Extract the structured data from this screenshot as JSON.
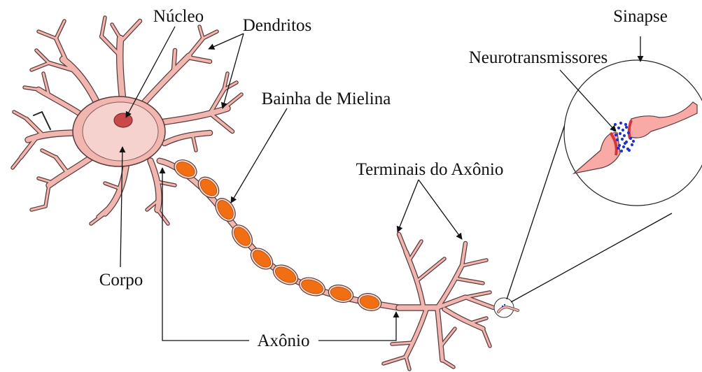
{
  "labels": {
    "nucleo": "Núcleo",
    "dendritos": "Dendritos",
    "sinapse": "Sinapse",
    "neurotransmissores": "Neurotransmissores",
    "bainha": "Bainha de Mielina",
    "terminais": "Terminais do Axônio",
    "corpo": "Corpo",
    "axonio": "Axônio"
  },
  "colors": {
    "membrane": "#f2b6b0",
    "membrane_outline": "#5a3a3a",
    "soma_fill": "#f6d2cf",
    "nucleus": "#c9484a",
    "myelin": "#f26e12",
    "synapse_pink": "#f9a9a6",
    "synapse_cleft_red": "#d8343a",
    "neurotransmitter_blue": "#2233cc"
  }
}
